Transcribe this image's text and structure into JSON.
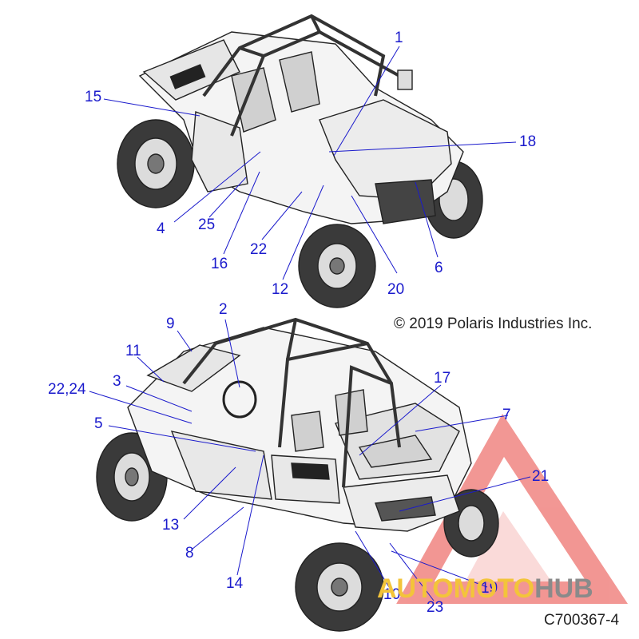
{
  "copyright": "© 2019 Polaris Industries Inc.",
  "drawing_number": "C700367-4",
  "watermark": {
    "part1": "AUTOMOTO",
    "part2": "HUB",
    "accent_color": "#e8413c",
    "gold_color": "#f3c43a",
    "gray_color": "#8a8a8a"
  },
  "callout_color": "#1a1acc",
  "callouts": {
    "c1": "1",
    "c15": "15",
    "c18": "18",
    "c4": "4",
    "c25": "25",
    "c16": "16",
    "c22a": "22",
    "c6": "6",
    "c12": "12",
    "c20": "20",
    "c2": "2",
    "c9": "9",
    "c11": "11",
    "c3": "3",
    "c2224": "22,24",
    "c17": "17",
    "c7": "7",
    "c5": "5",
    "c21": "21",
    "c13": "13",
    "c8": "8",
    "c14": "14",
    "c10": "10",
    "c19": "19",
    "c23": "23"
  }
}
